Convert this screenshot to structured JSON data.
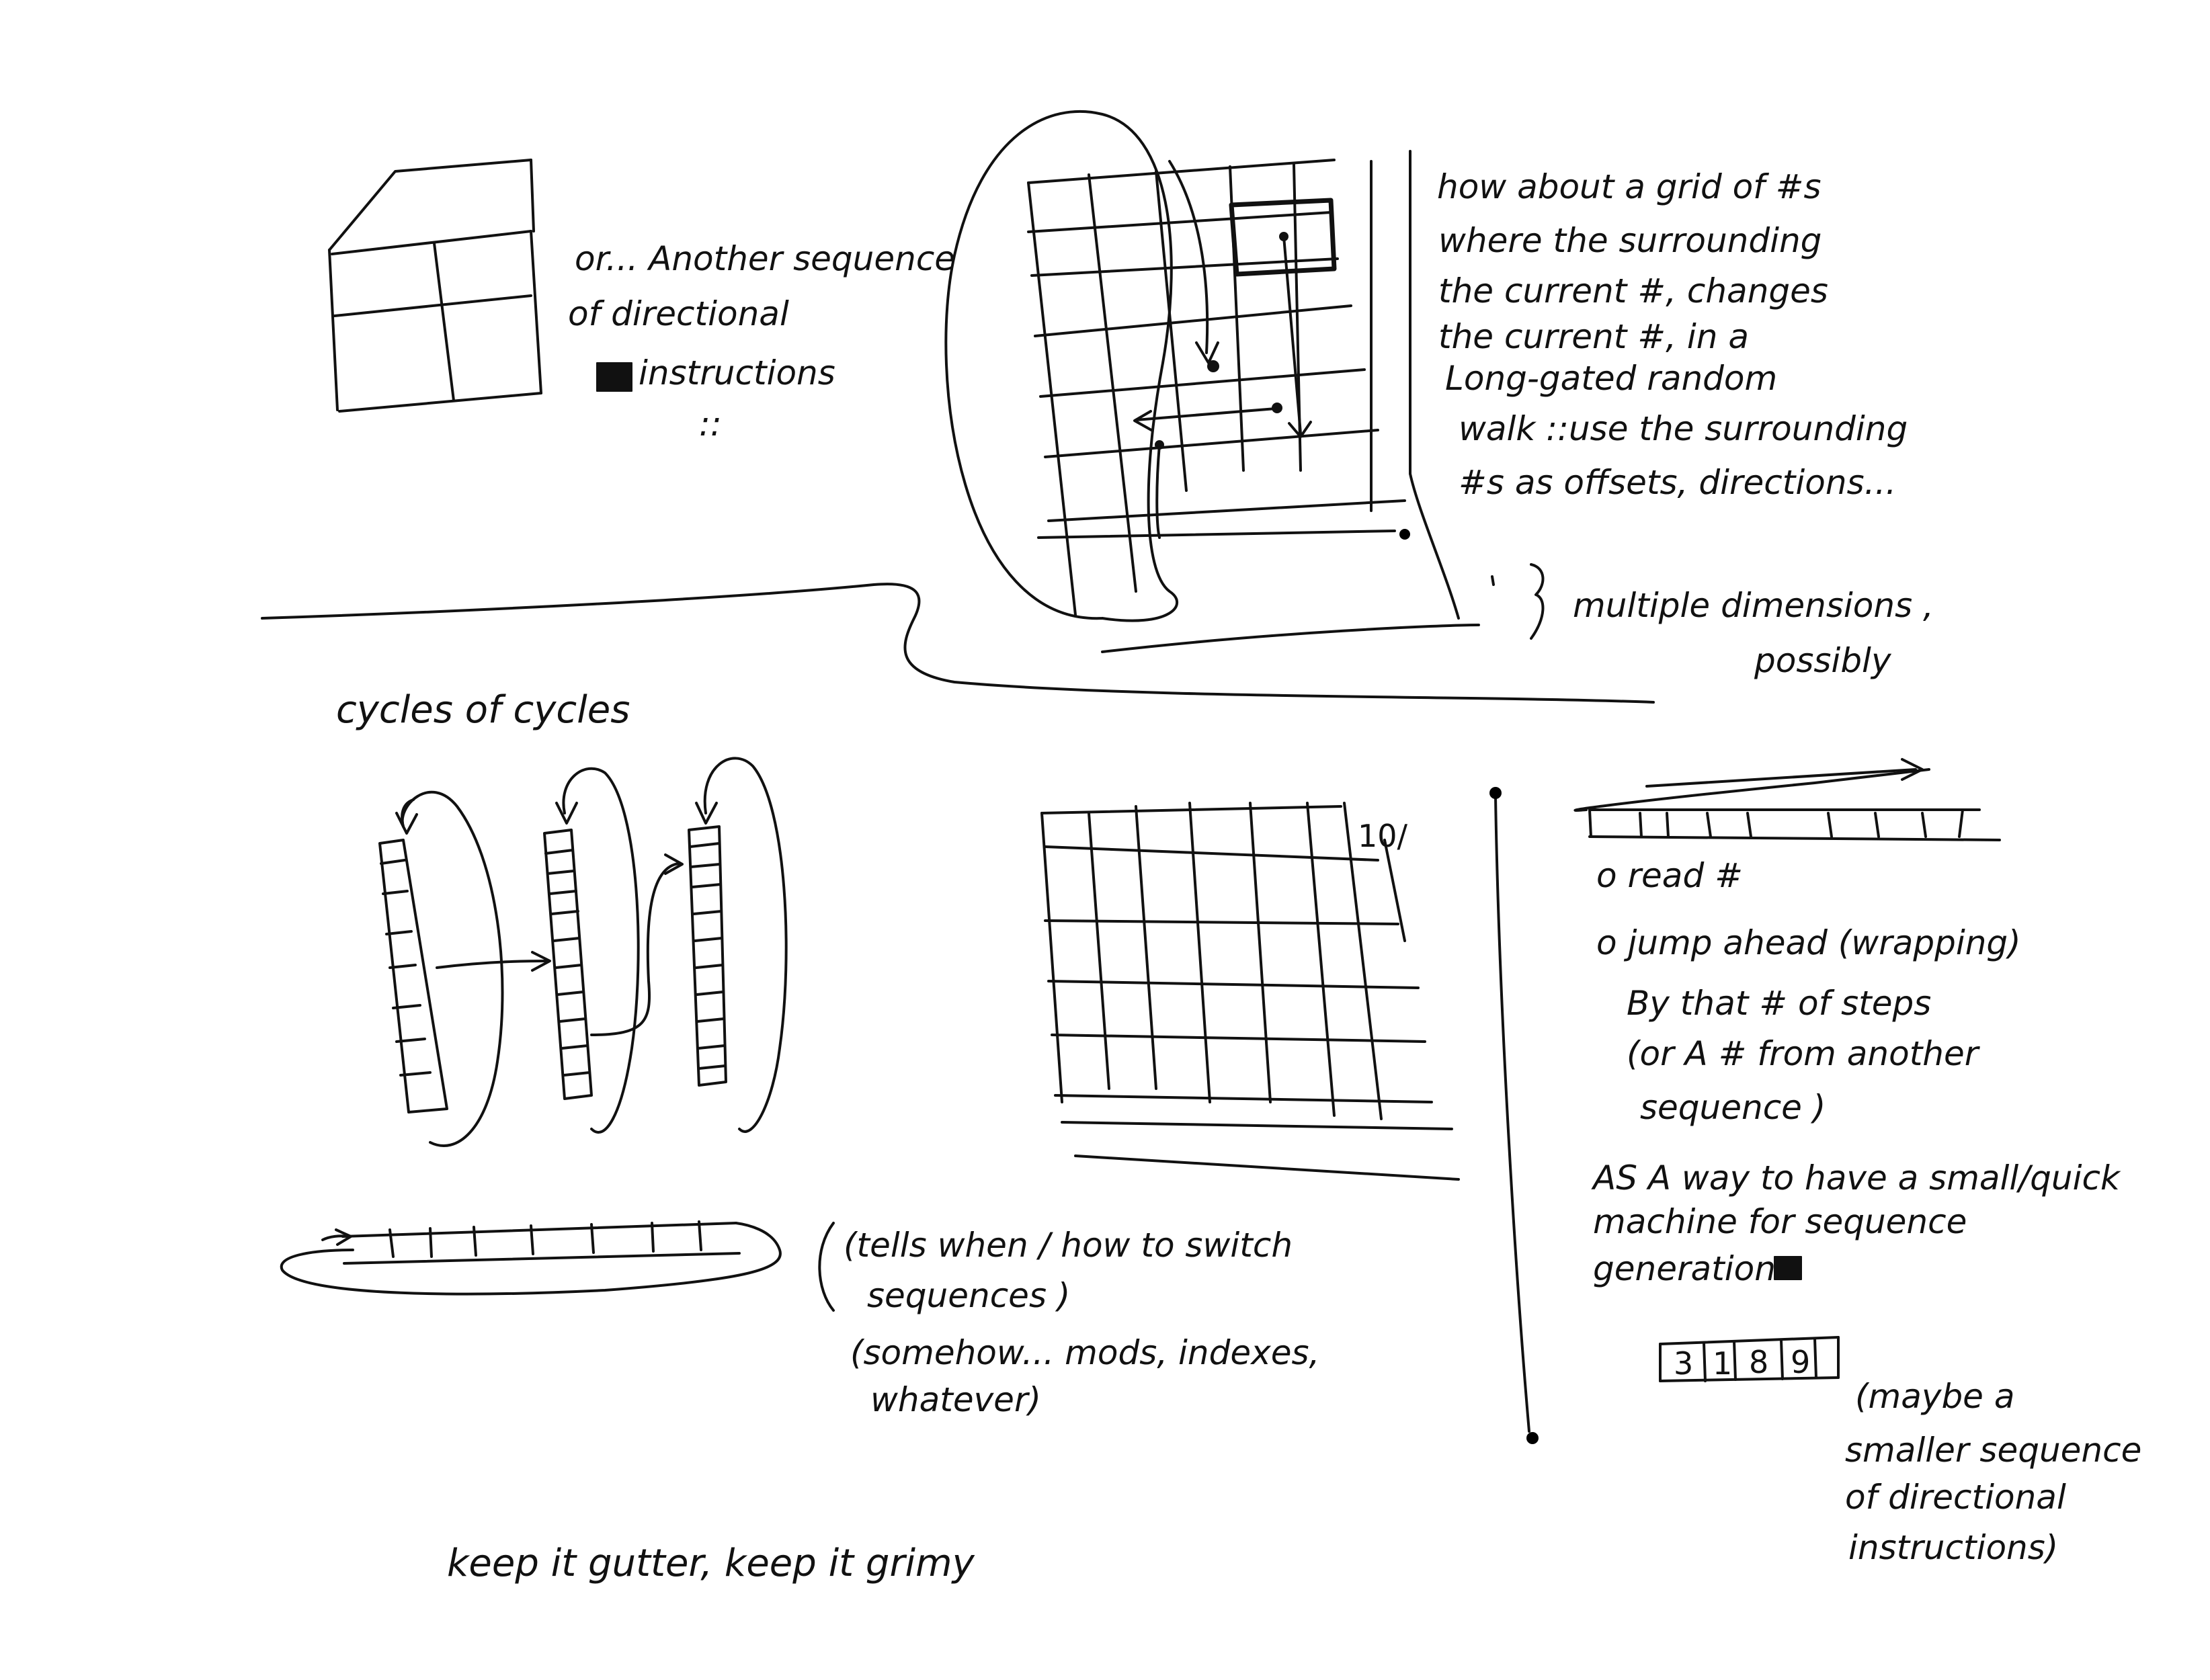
{
  "notes": {
    "or_another": {
      "lines": [
        "or... Another sequence",
        "of directional",
        "instructions",
        "::"
      ]
    },
    "grid_walk": {
      "lines": [
        "how about a grid of #s",
        "where the surrounding",
        "the current #, changes",
        "the current #, in a",
        "Long-gated random",
        "walk ::use the surrounding",
        "#s as offsets, directions..."
      ]
    },
    "multiple_dimensions": {
      "lines": [
        "multiple dimensions ,",
        "possibly"
      ]
    },
    "cycles_title": "cycles of cycles",
    "tells_when": {
      "lines": [
        "(tells when / how to switch",
        "sequences )",
        "(somehow... mods, indexes,",
        "whatever)"
      ]
    },
    "grid_label": "10/",
    "read_jump": {
      "lines": [
        "o read #",
        "o jump ahead (wrapping)",
        "By that # of steps",
        "(or A # from another",
        "sequence )"
      ]
    },
    "small_machine": {
      "lines": [
        "AS A way to have a small/quick",
        "machine for sequence",
        "generation"
      ]
    },
    "digits": [
      "3",
      "1",
      "8",
      "9"
    ],
    "maybe_smaller": {
      "lines": [
        "(maybe a",
        "smaller sequence",
        "of directional",
        "instructions)"
      ]
    },
    "footer": "keep it gutter, keep it grimy"
  }
}
